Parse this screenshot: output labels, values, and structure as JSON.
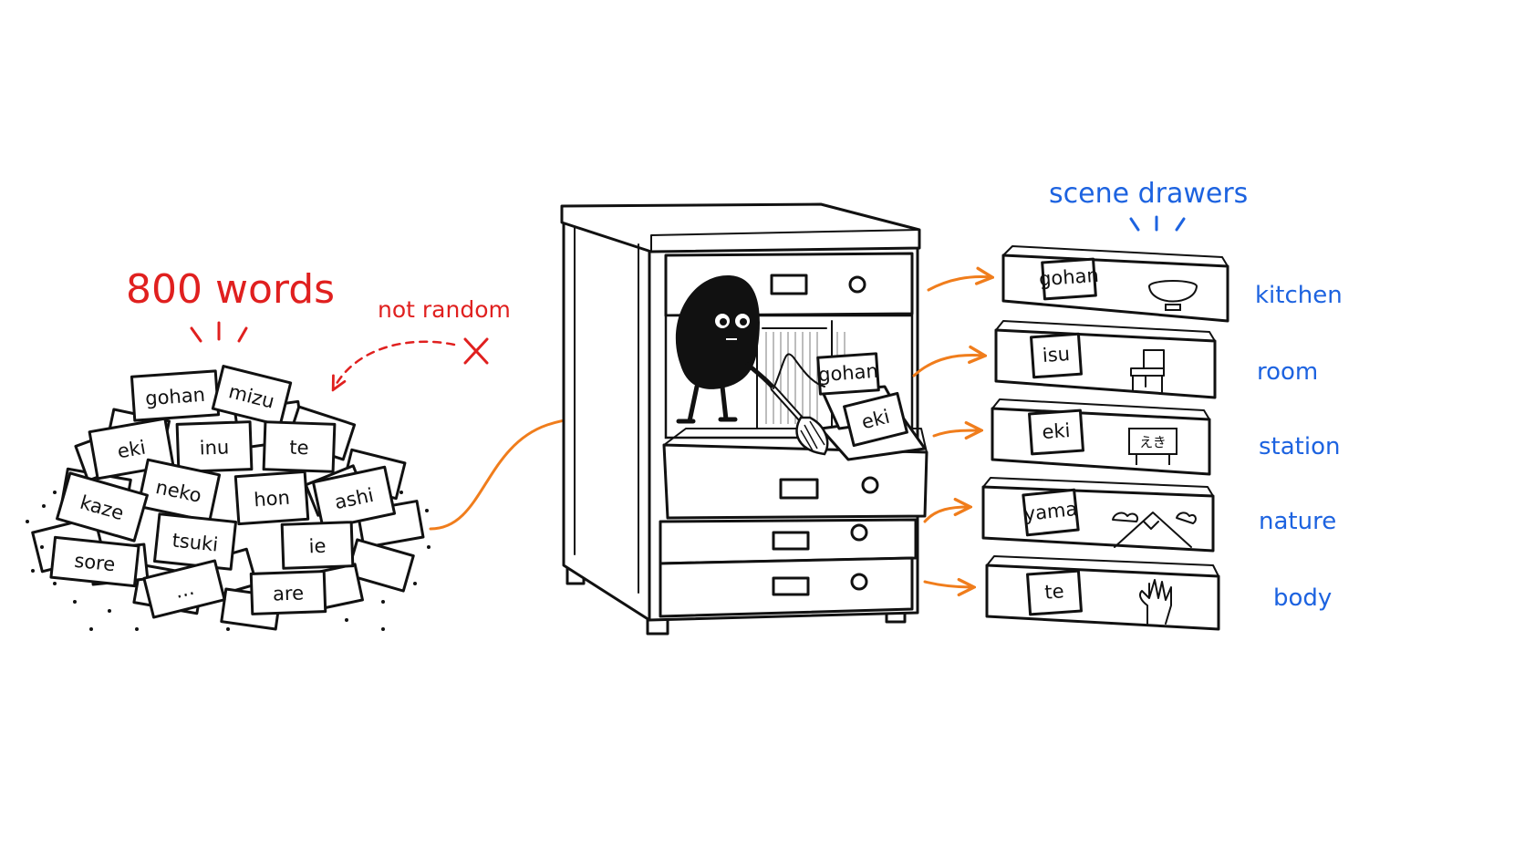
{
  "labels": {
    "word_count": "800 words",
    "not_random": "not random",
    "scene_drawers": "scene drawers"
  },
  "pile_words": [
    "gohan",
    "mizu",
    "eki",
    "inu",
    "te",
    "neko",
    "hon",
    "ashi",
    "kaze",
    "tsuki",
    "ie",
    "sore",
    "…",
    "are"
  ],
  "cabinet_cards": [
    "gohan",
    "eki"
  ],
  "scenes": [
    {
      "card": "gohan",
      "name": "kitchen",
      "icon": "rice-bowl-icon"
    },
    {
      "card": "isu",
      "name": "room",
      "icon": "chair-icon"
    },
    {
      "card": "eki",
      "name": "station",
      "icon": "station-sign-icon",
      "icon_text": "えき"
    },
    {
      "card": "yama",
      "name": "nature",
      "icon": "mountain-icon"
    },
    {
      "card": "te",
      "name": "body",
      "icon": "hand-icon"
    }
  ],
  "colors": {
    "red": "#e0201f",
    "blue": "#1d63e0",
    "orange": "#f07d1c",
    "ink": "#111111"
  }
}
